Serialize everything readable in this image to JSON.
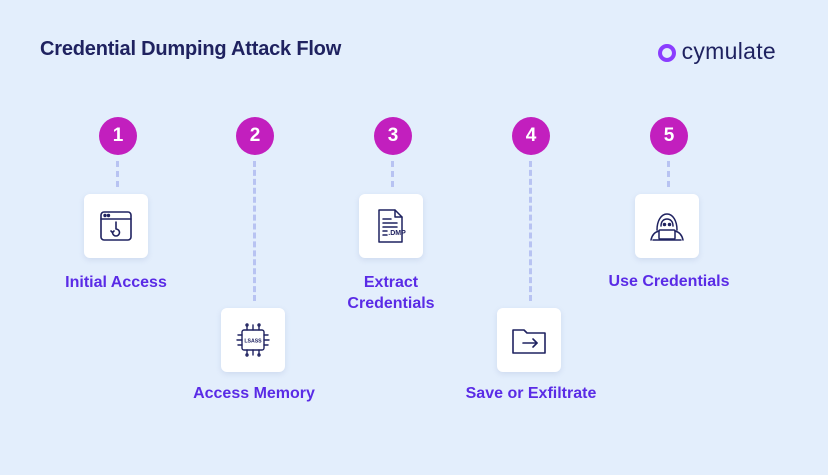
{
  "title": "Credential Dumping Attack Flow",
  "brand": {
    "name": "cymulate",
    "accent": "#8b3dff"
  },
  "colors": {
    "badge": "#c21fbe",
    "label": "#5a2be6",
    "title": "#1f2260",
    "dash": "#b8c3f2",
    "background": "#e3eefc"
  },
  "steps": [
    {
      "number": "1",
      "label": "Initial Access",
      "icon": "browser-hook-icon"
    },
    {
      "number": "2",
      "label": "Access Memory",
      "icon": "lsass-chip-icon",
      "chip_text": "LSASS"
    },
    {
      "number": "3",
      "label_line1": "Extract",
      "label_line2": "Credentials",
      "icon": "dmp-file-icon",
      "file_text": ".DMP"
    },
    {
      "number": "4",
      "label": "Save or Exfiltrate",
      "icon": "folder-export-icon"
    },
    {
      "number": "5",
      "label": "Use Credentials",
      "icon": "hacker-laptop-icon"
    }
  ]
}
